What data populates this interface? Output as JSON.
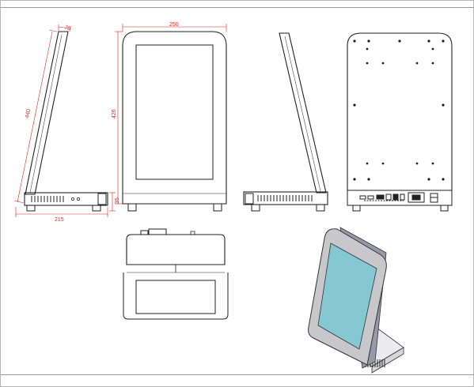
{
  "dimensions": {
    "depth_top": "70",
    "diagonal": "440",
    "base_depth": "215",
    "width": "250",
    "height": "426",
    "base_height": "35"
  },
  "colors": {
    "line": "#222222",
    "dimension": "#d2281e",
    "screen": "#86c8d2",
    "bezel": "#c8c8cc",
    "base_side": "#e6e6ea"
  }
}
